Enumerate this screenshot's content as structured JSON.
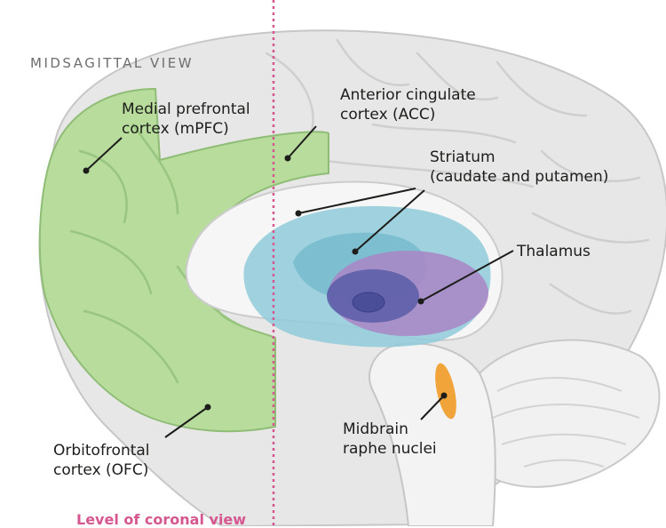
{
  "view_title": "MIDSAGITTAL VIEW",
  "coronal_label": "Level of coronal view",
  "labels": {
    "mpfc": [
      "Medial prefrontal",
      "cortex (mPFC)"
    ],
    "acc": [
      "Anterior cingulate",
      "cortex (ACC)"
    ],
    "striatum": [
      "Striatum",
      "(caudate and putamen)"
    ],
    "thalamus": [
      "Thalamus"
    ],
    "ofc": [
      "Orbitofrontal",
      "cortex (OFC)"
    ],
    "raphe": [
      "Midbrain",
      "raphe nuclei"
    ]
  },
  "colors": {
    "prefrontal_green": "#b7dc9c",
    "striatum_blue": "#8fcbd9",
    "thalamus_purple": "#a985c6",
    "thalamus_core": "#5d5fa8",
    "raphe_orange": "#f0a43a",
    "coronal_line_pink": "#d5578f",
    "brain_gray": "#e7e7e7"
  }
}
